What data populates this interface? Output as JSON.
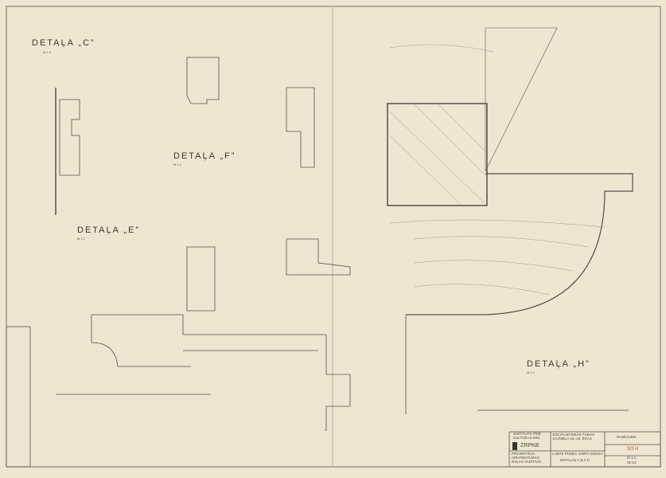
{
  "details": [
    {
      "label": "DETAĻA „C”",
      "scale": "M 1:1"
    },
    {
      "label": "DETAĻA „F”",
      "scale": "M 1:1"
    },
    {
      "label": "DETAĻA „E”",
      "scale": "M 1:1"
    },
    {
      "label": "DETAĻA „H”",
      "scale": "M 1:1"
    }
  ],
  "title_block": {
    "institution": "INSTITUTS PRIE KULTŪRAS MIN.",
    "logo_text": "ZRPKB",
    "object": "SOCIĀLISTISKĀS TURAS JAUNIELA 16.-18. ĒKAS",
    "drawing_title": "LABĀS PUSES JUMTA DZEGA",
    "drawing_subtitle": "DETAĻAS C,E,F,H",
    "stage": "RASĒJUMS",
    "sheet_no": "3/3 H",
    "scale": "M 1:1",
    "code": "02-24",
    "authors": "PROJEKTĒJA: ARHITEKTŪRAS DAĻAS VADĪTĀJS"
  }
}
